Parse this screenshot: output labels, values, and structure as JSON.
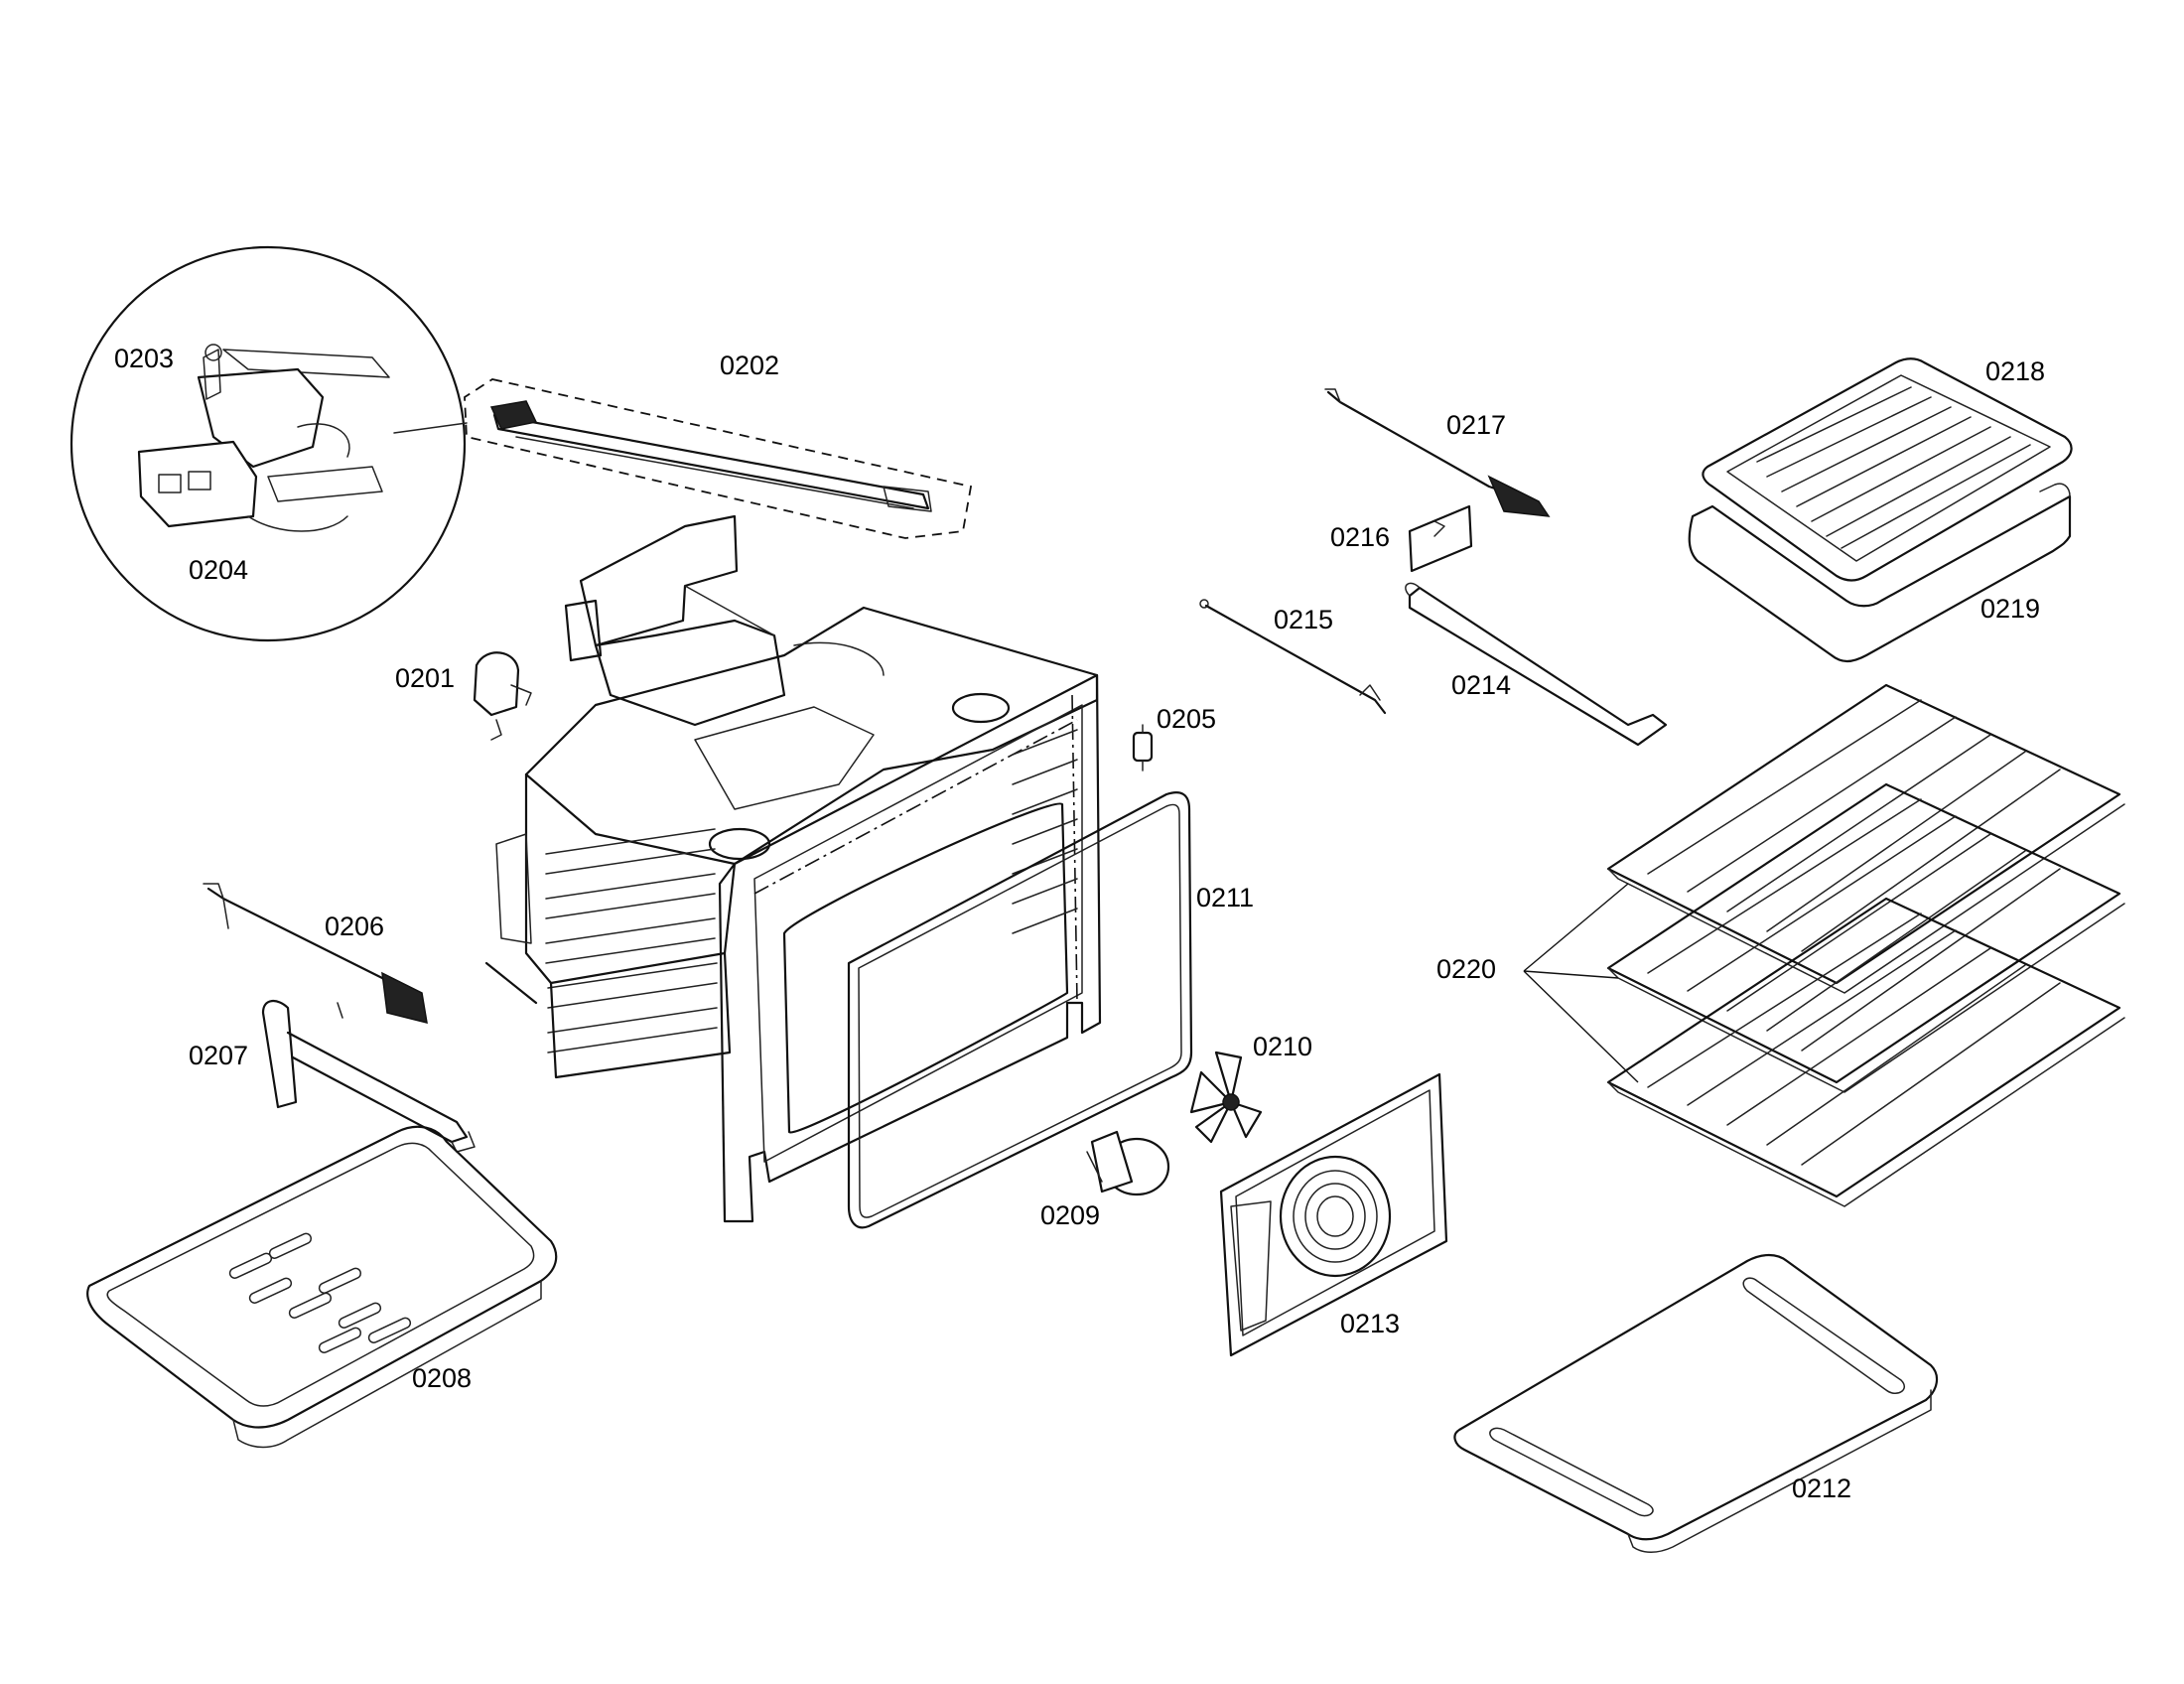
{
  "labels": {
    "p0201": "0201",
    "p0202": "0202",
    "p0203": "0203",
    "p0204": "0204",
    "p0205": "0205",
    "p0206": "0206",
    "p0207": "0207",
    "p0208": "0208",
    "p0209": "0209",
    "p0210": "0210",
    "p0211": "0211",
    "p0212": "0212",
    "p0213": "0213",
    "p0214": "0214",
    "p0215": "0215",
    "p0216": "0216",
    "p0217": "0217",
    "p0218": "0218",
    "p0219": "0219",
    "p0220": "0220"
  }
}
